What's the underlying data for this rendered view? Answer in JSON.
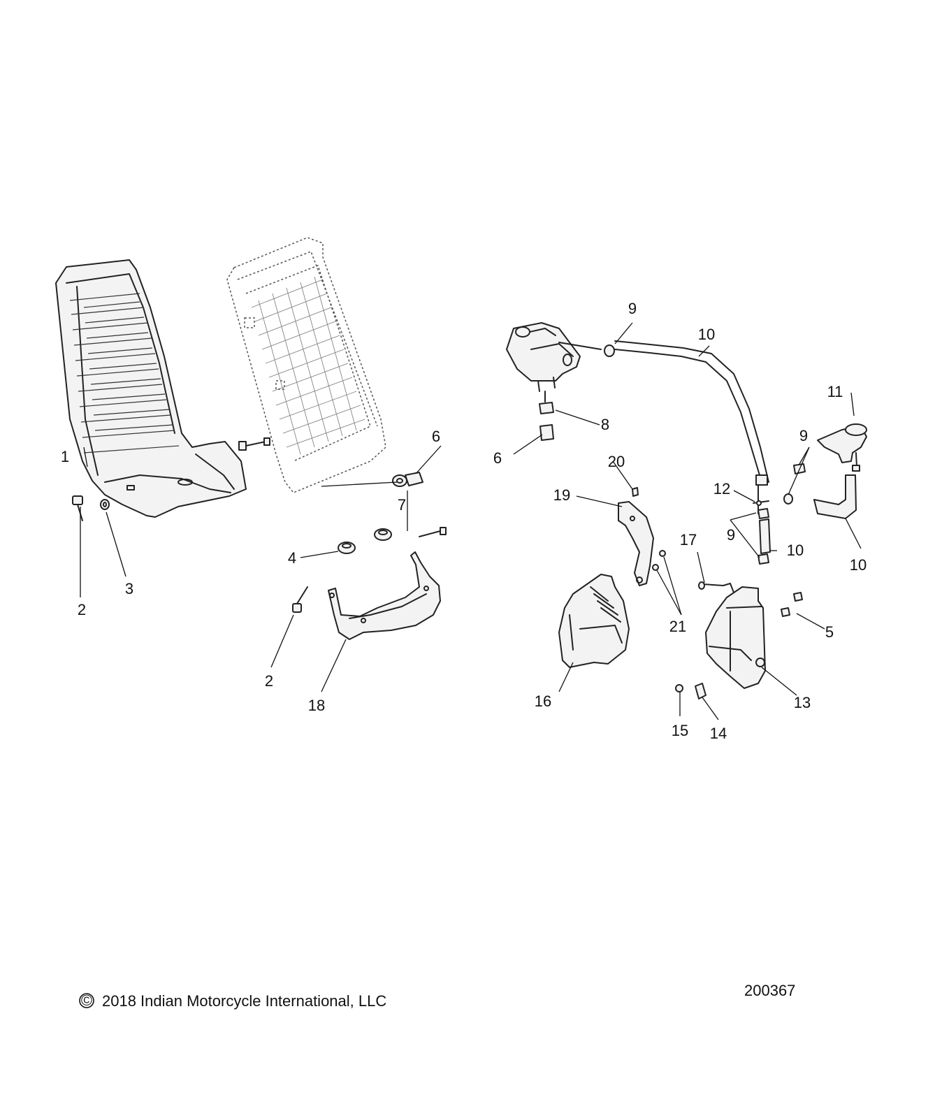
{
  "callouts": [
    "1",
    "2",
    "3",
    "4",
    "5",
    "6",
    "7",
    "8",
    "9",
    "10",
    "11",
    "12",
    "13",
    "14",
    "15",
    "16",
    "17",
    "18",
    "19",
    "20",
    "21"
  ],
  "copyright_symbol": "©",
  "copyright_text": "2018 Indian Motorcycle International, LLC",
  "diagram_number": "200367"
}
